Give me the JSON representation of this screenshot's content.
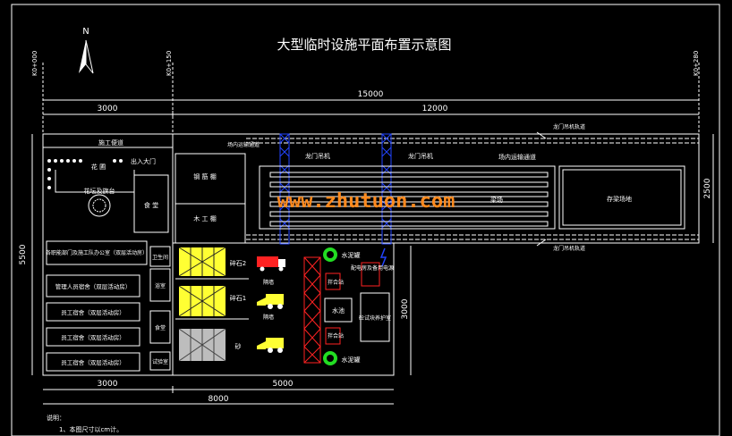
{
  "title": "大型临时设施平面布置示意图",
  "north": "N",
  "stations": {
    "left": "K0+000",
    "mid": "K0+150",
    "right": "K0+280"
  },
  "dims": {
    "top_total": "15000",
    "top_left": "3000",
    "top_right": "12000",
    "right_side": "2500",
    "left_side": "5500",
    "mid_vertical": "3000",
    "bottom_left": "3000",
    "bottom_mid": "5000",
    "bottom_total": "8000"
  },
  "labels": {
    "construction_road": "施工便道",
    "site_transport_road_top": "场内运输通道",
    "gantry_crane_1": "龙门吊机",
    "gantry_crane_2": "龙门吊机",
    "site_transport_road": "场内运输通道",
    "gantry_track_top": "龙门吊机轨道",
    "gantry_track_bottom": "龙门吊机轨道",
    "gate": "出入大门",
    "garden": "花 圃",
    "flower_bed": "花坛及旗台",
    "steel_shed": "钢 筋 棚",
    "carpentry_shed": "木 工 棚",
    "canteen": "食 堂",
    "beam_yard": "梁场",
    "storage_yard": "存梁场地",
    "office": "各职能部门及施工队办公室（双层活动房）",
    "mgmt_dorm": "管理人员宿舍（双层活动房）",
    "staff_dorm_1": "员工宿舍（双层活动房）",
    "staff_dorm_2": "员工宿舍（双层活动房）",
    "staff_dorm_3": "员工宿舍（双层活动房）",
    "toilet": "卫生间",
    "bath": "浴室",
    "kitchen": "食堂",
    "lab": "试验室",
    "gravel_2": "碎石2",
    "gravel_1": "碎石1",
    "sand": "砂",
    "hopper_1": "隔墙",
    "hopper_2": "隔墙",
    "hopper_3": "隔墙",
    "cement_tank_1": "水泥罐",
    "cement_tank_2": "水泥罐",
    "mixing_station_1": "拌合站",
    "mixing_station_2": "拌合站",
    "power": "配电房及备用电源",
    "pool": "水池",
    "test_block": "砼试块养护室",
    "notes_title": "说明：",
    "note_1": "1、本图尺寸以cm计。"
  },
  "watermark": "www.zhutuon.com",
  "colors": {
    "line": "#ffffff",
    "blue": "#2244ff",
    "red": "#ff2222",
    "yellow": "#ffff33",
    "green": "#22dd22",
    "watermark": "#ff8a1e"
  }
}
